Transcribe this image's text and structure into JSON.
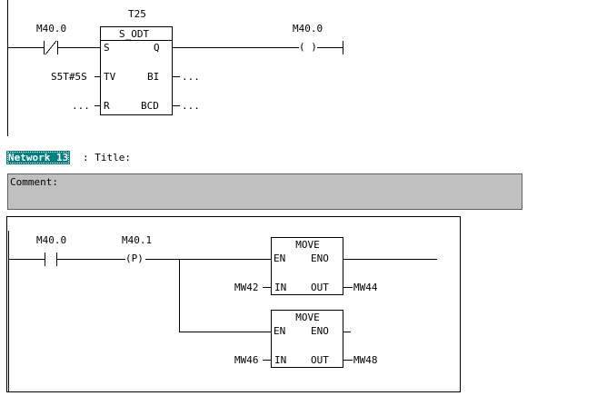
{
  "network12": {
    "contact_label": "M40.0",
    "timer_name": "T25",
    "timer_type": "S_ODT",
    "pin_s": "S",
    "pin_q": "Q",
    "pin_tv": "TV",
    "pin_bi": "BI",
    "pin_r": "R",
    "pin_bcd": "BCD",
    "tv_value": "S5T#5S",
    "r_value": "...",
    "bi_value": "...",
    "bcd_value": "...",
    "coil_label": "M40.0",
    "coil_symbol": "( )"
  },
  "network13": {
    "tag": "Network 13",
    "title": ": Title:",
    "comment_label": "Comment:",
    "contact_label": "M40.0",
    "edge_label": "M40.1",
    "edge_symbol": "(P)",
    "move1": {
      "title": "MOVE",
      "en": "EN",
      "eno": "ENO",
      "in": "IN",
      "out": "OUT",
      "in_value": "MW42",
      "out_value": "MW44"
    },
    "move2": {
      "title": "MOVE",
      "en": "EN",
      "eno": "ENO",
      "in": "IN",
      "out": "OUT",
      "in_value": "MW46",
      "out_value": "MW48"
    }
  }
}
